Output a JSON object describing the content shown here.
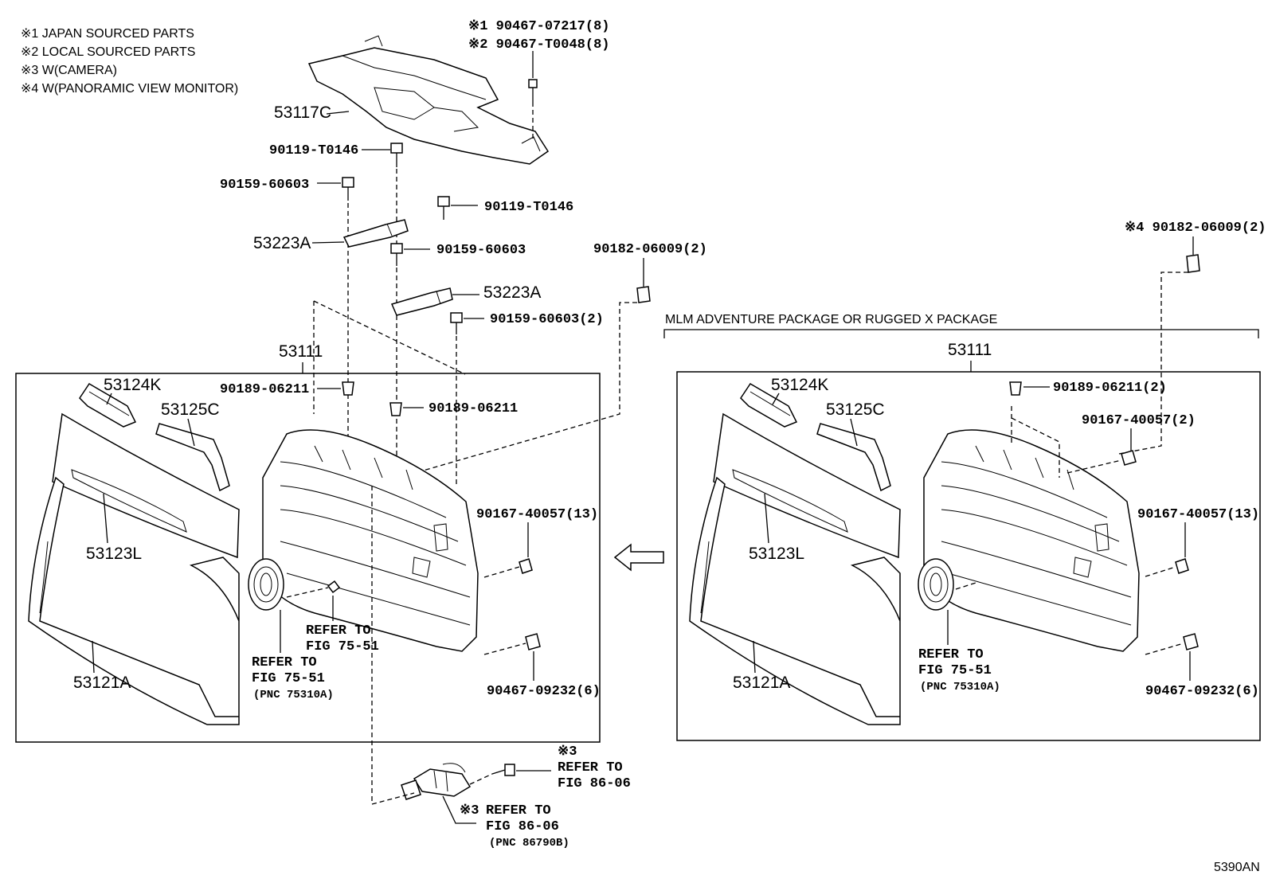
{
  "notes": [
    "※1 JAPAN SOURCED PARTS",
    "※2 LOCAL SOURCED PARTS",
    "※3 W(CAMERA)",
    "※4 W(PANORAMIC VIEW MONITOR)"
  ],
  "labels": {
    "top_bolt_1": "※1 90467-07217(8)",
    "top_bolt_2": "※2 90467-T0048(8)",
    "cover": "53117C",
    "bolt_90119_a": "90119-T0146",
    "bolt_90159_a": "90159-60603",
    "bolt_90119_b": "90119-T0146",
    "bracket_a": "53223A",
    "bolt_90159_b": "90159-60603",
    "bracket_b": "53223A",
    "bolt_90159_c": "90159-60603(2)",
    "nut_left": "90182-06009(2)",
    "nut_right": "※4 90182-06009(2)",
    "package_title": "MLM ADVENTURE PACKAGE OR RUGGED X PACKAGE",
    "grille_assy_left": "53111",
    "grille_assy_right": "53111",
    "footer_code": "5390AN"
  },
  "left_box": {
    "molding_top": "53124K",
    "molding_side": "53125C",
    "molding_mid": "53123L",
    "molding_low": "53121A",
    "clip_a": "90189-06211",
    "clip_b": "90189-06211",
    "screw_13": "90167-40057(13)",
    "screw_6": "90467-09232(6)",
    "refer_a": [
      "REFER TO",
      "FIG 75-51"
    ],
    "refer_b": [
      "REFER TO",
      "FIG 75-51",
      "(PNC 75310A)"
    ]
  },
  "right_box": {
    "molding_top": "53124K",
    "molding_side": "53125C",
    "molding_mid": "53123L",
    "molding_low": "53121A",
    "clip": "90189-06211(2)",
    "screw_2": "90167-40057(2)",
    "screw_13": "90167-40057(13)",
    "screw_6": "90467-09232(6)",
    "refer": [
      "REFER TO",
      "FIG 75-51",
      "(PNC 75310A)"
    ]
  },
  "camera": {
    "note_mark": "※3",
    "refer_a": [
      "REFER TO",
      "FIG 86-06"
    ],
    "refer_b_mark": "※3",
    "refer_b": [
      "REFER TO",
      "FIG 86-06",
      "(PNC 86790B)"
    ]
  }
}
